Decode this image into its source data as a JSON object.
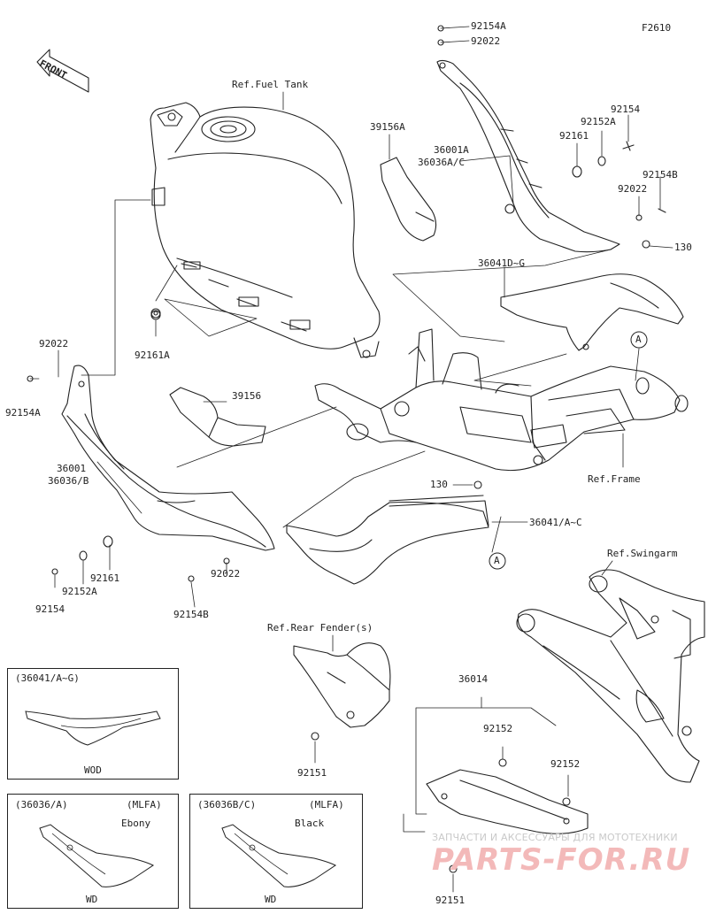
{
  "figure_code": "F2610",
  "front_label": "FRONT",
  "refs": {
    "fuel_tank": "Ref.Fuel Tank",
    "frame": "Ref.Frame",
    "swingarm": "Ref.Swingarm",
    "rear_fender": "Ref.Rear Fender(s)"
  },
  "parts": {
    "p92154A_top": "92154A",
    "p92022_top": "92022",
    "p92154_r": "92154",
    "p92152A_r": "92152A",
    "p92161_r": "92161",
    "p92154B_r": "92154B",
    "p92022_r": "92022",
    "p130_r": "130",
    "p39156A": "39156A",
    "p36001A": "36001A",
    "p36036AC": "36036A/C",
    "p36041DG": "36041D~G",
    "p92022_l": "92022",
    "p92154A_l": "92154A",
    "p92161A": "92161A",
    "p39156": "39156",
    "p36001": "36001",
    "p36036B": "36036/B",
    "p92161_l": "92161",
    "p92152A_l": "92152A",
    "p92154_l": "92154",
    "p92022_lb": "92022",
    "p92154B_l": "92154B",
    "p130_m": "130",
    "p36041AC": "36041/A~C",
    "p36014": "36014",
    "p92152_a": "92152",
    "p92152_b": "92152",
    "p92151_a": "92151",
    "p92151_b": "92151",
    "marker_a1": "A",
    "marker_a2": "A"
  },
  "insets": {
    "inset1": {
      "title": "(36041/A~G)",
      "caption": "WOD"
    },
    "inset2": {
      "title": "(36036/A)",
      "variant": "(MLFA)",
      "color": "Ebony",
      "caption": "WD"
    },
    "inset3": {
      "title": "(36036B/C)",
      "variant": "(MLFA)",
      "color": "Black",
      "caption": "WD"
    }
  },
  "watermark": {
    "line1": "ЗАПЧАСТИ И АКСЕССУАРЫ ДЛЯ МОТОТЕХНИКИ",
    "line2": "PARTS-FOR.RU"
  },
  "colors": {
    "line": "#222222",
    "watermark_red": "#f3b9b9",
    "watermark_gray": "#c9c9c9"
  }
}
